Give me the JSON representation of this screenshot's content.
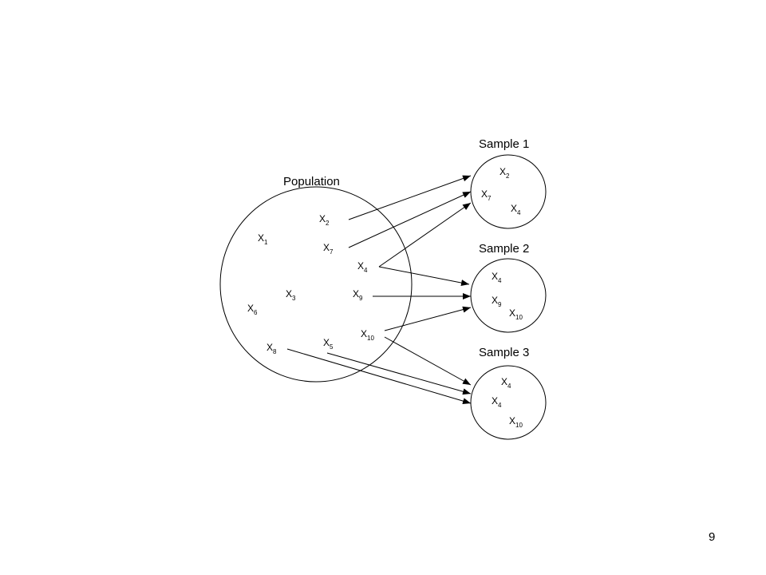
{
  "population": {
    "title": "Population",
    "items": [
      {
        "base": "X",
        "sub": "2"
      },
      {
        "base": "X",
        "sub": "1"
      },
      {
        "base": "X",
        "sub": "7"
      },
      {
        "base": "X",
        "sub": "4"
      },
      {
        "base": "X",
        "sub": "3"
      },
      {
        "base": "X",
        "sub": "9"
      },
      {
        "base": "X",
        "sub": "6"
      },
      {
        "base": "X",
        "sub": "10"
      },
      {
        "base": "X",
        "sub": "5"
      },
      {
        "base": "X",
        "sub": "8"
      }
    ]
  },
  "samples": [
    {
      "title": "Sample 1",
      "items": [
        {
          "base": "X",
          "sub": "2"
        },
        {
          "base": "X",
          "sub": "7"
        },
        {
          "base": "X",
          "sub": "4"
        }
      ]
    },
    {
      "title": "Sample 2",
      "items": [
        {
          "base": "X",
          "sub": "4"
        },
        {
          "base": "X",
          "sub": "9"
        },
        {
          "base": "X",
          "sub": "10"
        }
      ]
    },
    {
      "title": "Sample 3",
      "items": [
        {
          "base": "X",
          "sub": "4"
        },
        {
          "base": "X",
          "sub": "4"
        },
        {
          "base": "X",
          "sub": "10"
        }
      ]
    }
  ],
  "page_number": "9"
}
